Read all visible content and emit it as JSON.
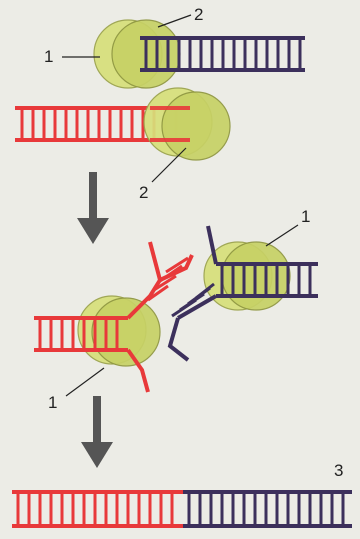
{
  "labels": {
    "top_ku_1": "1",
    "top_ku_2": "2",
    "bottom_ku_2": "2",
    "mid_ku_1_right": "1",
    "mid_ku_1_left": "1",
    "result": "3"
  },
  "colors": {
    "red_dna": "#e8393a",
    "blue_dna": "#3c305c",
    "ku_protein": "#d7e07a",
    "arrow": "#555555",
    "background": "#ecece6"
  }
}
